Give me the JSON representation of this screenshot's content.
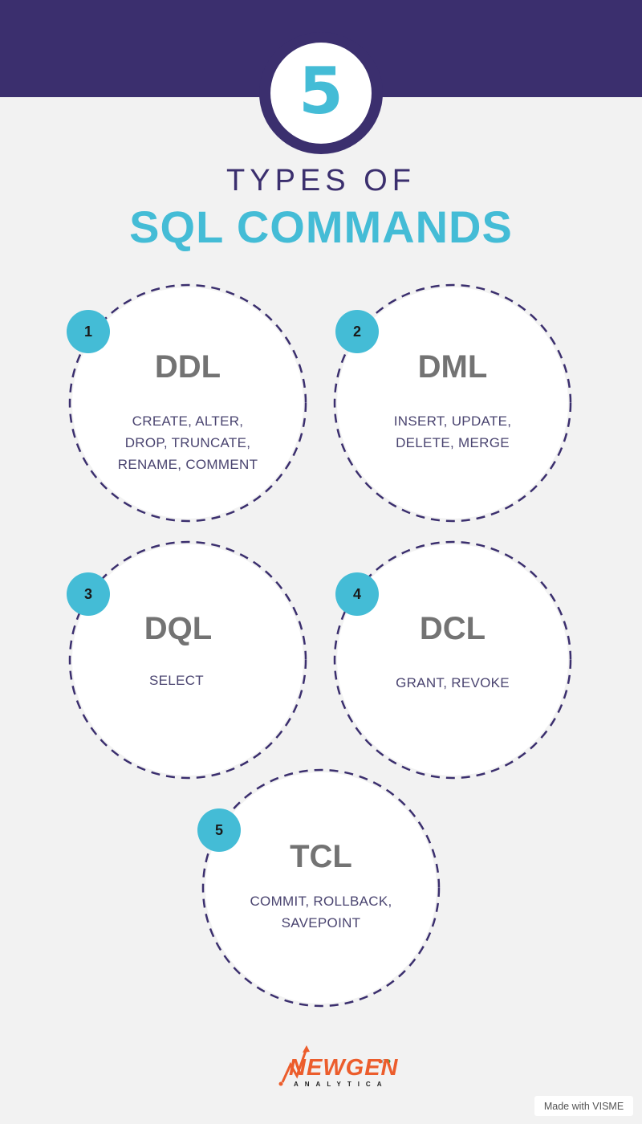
{
  "header": {
    "number": "5",
    "subtitle": "TYPES OF",
    "title": "SQL COMMANDS"
  },
  "colors": {
    "primary_purple": "#3b2f6e",
    "accent_cyan": "#44bcd6",
    "title_gray": "#737373",
    "desc_text": "#4a4470",
    "background": "#f2f2f2",
    "logo_orange": "#ec5d2c"
  },
  "cards": [
    {
      "badge": "1",
      "title": "DDL",
      "lines": [
        "CREATE, ALTER,",
        "DROP, TRUNCATE,",
        "RENAME, COMMENT"
      ]
    },
    {
      "badge": "2",
      "title": "DML",
      "lines": [
        "INSERT, UPDATE,",
        "DELETE, MERGE"
      ]
    },
    {
      "badge": "3",
      "title": "DQL",
      "lines": [
        "SELECT"
      ]
    },
    {
      "badge": "4",
      "title": "DCL",
      "lines": [
        "GRANT, REVOKE"
      ]
    },
    {
      "badge": "5",
      "title": "TCL",
      "lines": [
        "COMMIT, ROLLBACK,",
        "SAVEPOINT"
      ]
    }
  ],
  "footer": {
    "logo_word": "NEWGEN",
    "logo_sub": "ANALYTICA",
    "credit": "Made with VISME"
  }
}
